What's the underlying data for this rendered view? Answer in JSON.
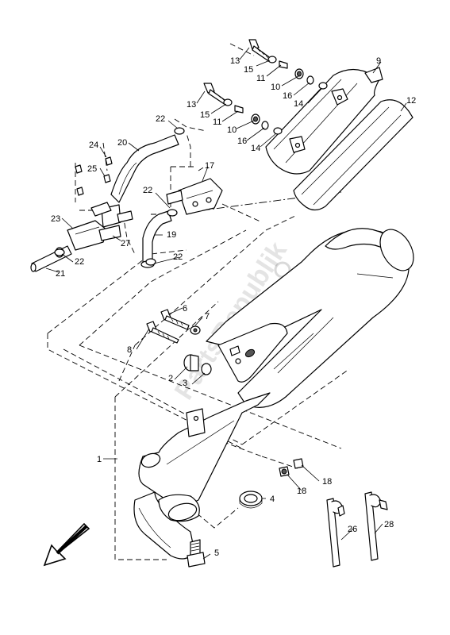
{
  "watermark": "PartsRepublik",
  "callouts": {
    "c1": "1",
    "c2": "2",
    "c3": "3",
    "c4": "4",
    "c5": "5",
    "c6": "6",
    "c7": "7",
    "c8": "8",
    "c9": "9",
    "c12": "12",
    "c10a": "10",
    "c10b": "10",
    "c11a": "11",
    "c11b": "11",
    "c13a": "13",
    "c13b": "13",
    "c14a": "14",
    "c14b": "14",
    "c15a": "15",
    "c15b": "15",
    "c16a": "16",
    "c16b": "16",
    "c17": "17",
    "c18a": "18",
    "c18b": "18",
    "c19": "19",
    "c20": "20",
    "c21": "21",
    "c22a": "22",
    "c22b": "22",
    "c22c": "22",
    "c22d": "22",
    "c23": "23",
    "c24": "24",
    "c25": "25",
    "c26": "26",
    "c27": "27",
    "c28": "28"
  }
}
